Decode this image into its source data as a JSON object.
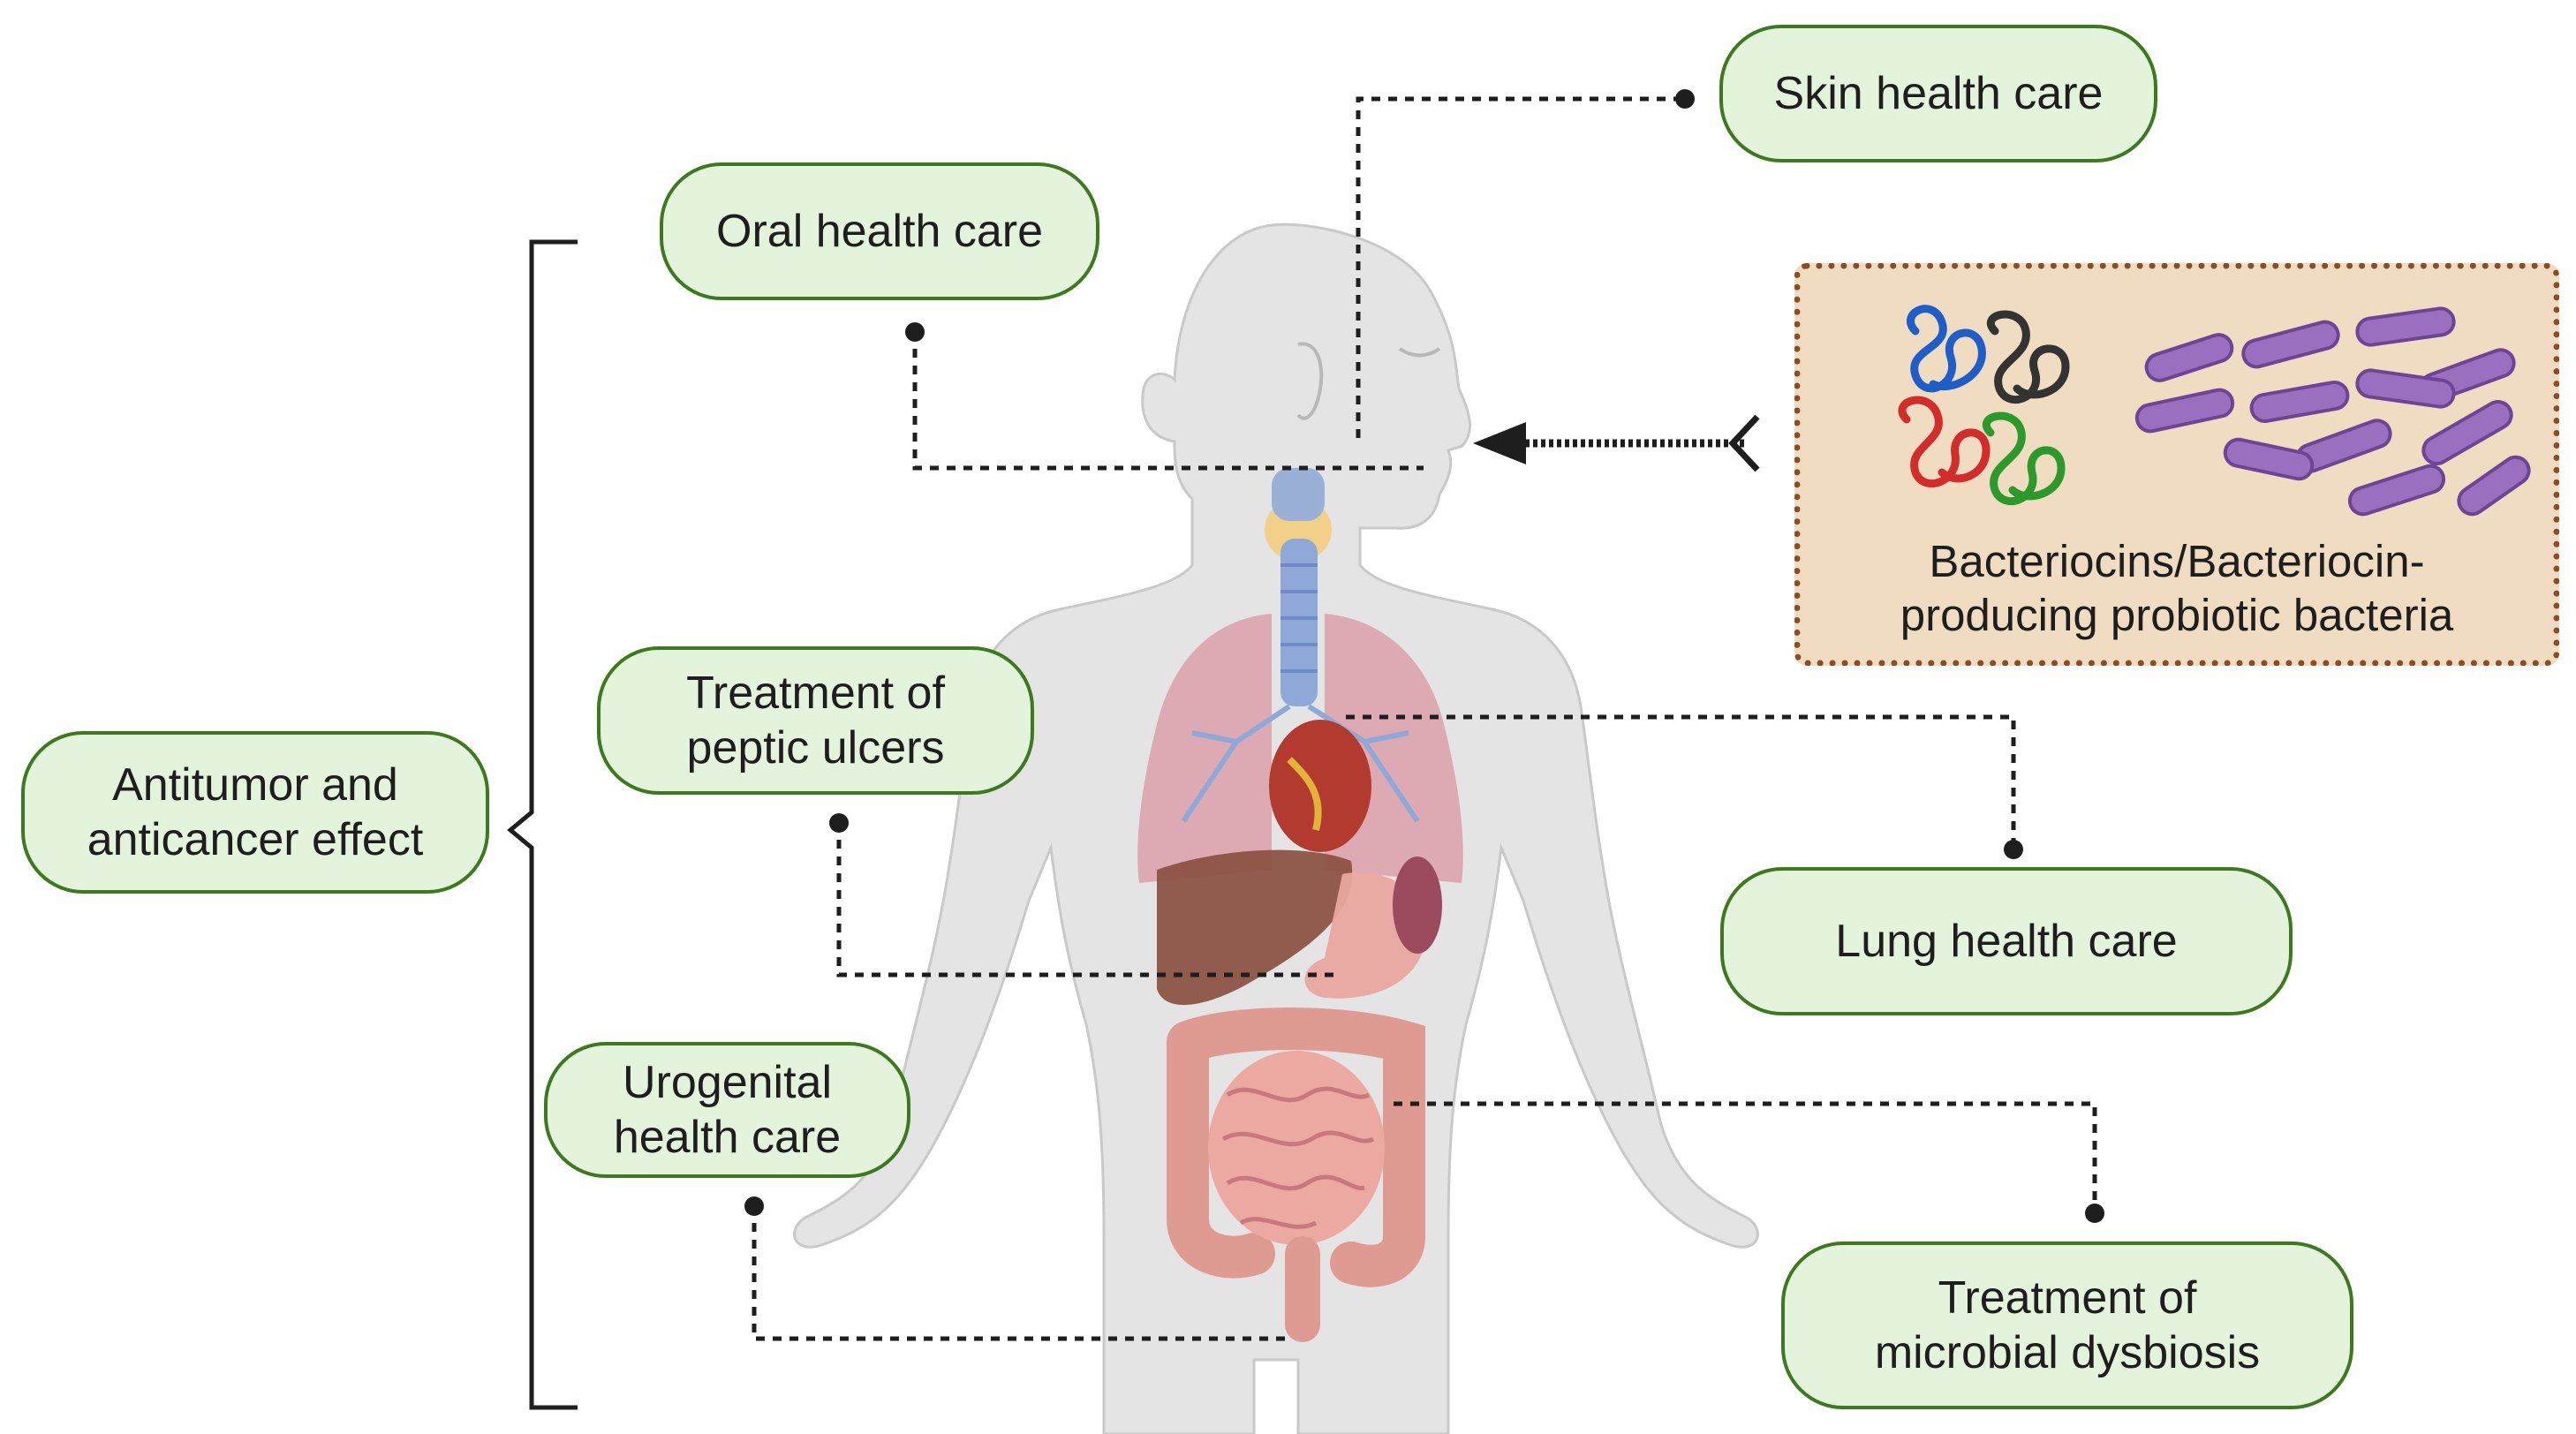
{
  "labels": {
    "skin": "Skin health care",
    "oral": "Oral health care",
    "peptic": [
      "Treatment of",
      "peptic ulcers"
    ],
    "urogenital": [
      "Urogenital",
      "health care"
    ],
    "antitumor": [
      "Antitumor and",
      "anticancer effect"
    ],
    "lung": "Lung health care",
    "dysbiosis": [
      "Treatment of",
      "microbial dysbiosis"
    ]
  },
  "source_box": {
    "caption": [
      "Bacteriocins/Bacteriocin-",
      "producing probiotic bacteria"
    ]
  },
  "colors": {
    "pill_fill": "#e3f3dc",
    "pill_border": "#3d7a1e",
    "box_fill": "#f0dcc0",
    "box_border": "#8a4d24",
    "body_fill": "#e4e4e4",
    "bacteria": "#9b6fc0",
    "peptide_blue": "#1f5ec9",
    "peptide_black": "#333333",
    "peptide_red": "#d42b2b",
    "peptide_green": "#2b9a2b"
  }
}
